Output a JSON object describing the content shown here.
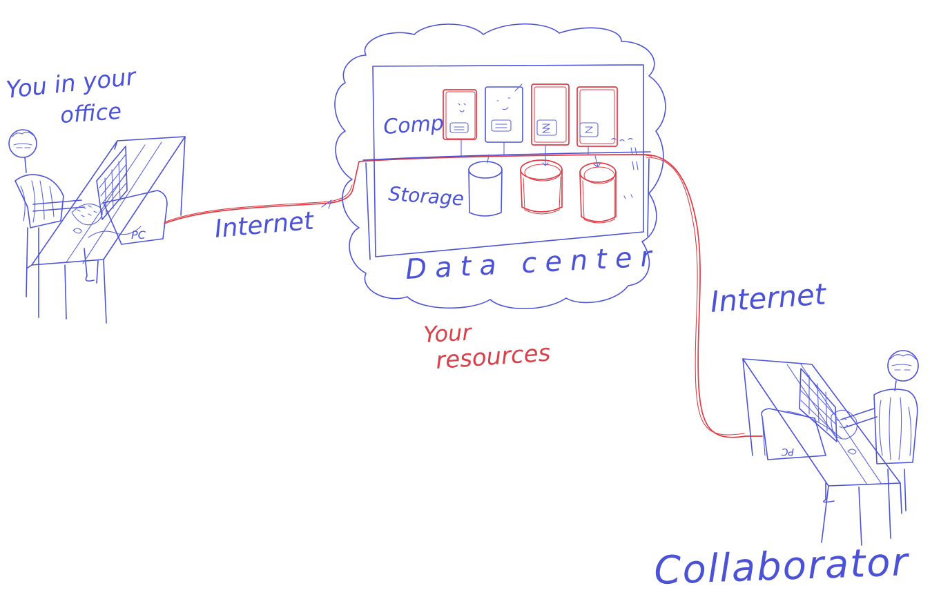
{
  "labels": {
    "you_office_line1": "You in your",
    "you_office_line2": "office",
    "pc": "PC",
    "internet_left": "Internet",
    "compute": "Comp",
    "storage": "Storage",
    "data_center": "Data center",
    "your_resources_line1": "Your",
    "your_resources_line2": "resources",
    "internet_right": "Internet",
    "collaborator": "Collaborator"
  },
  "colors": {
    "ink_blue": "#4b52d6",
    "ink_red": "#e03a45",
    "background": "#ffffff"
  }
}
